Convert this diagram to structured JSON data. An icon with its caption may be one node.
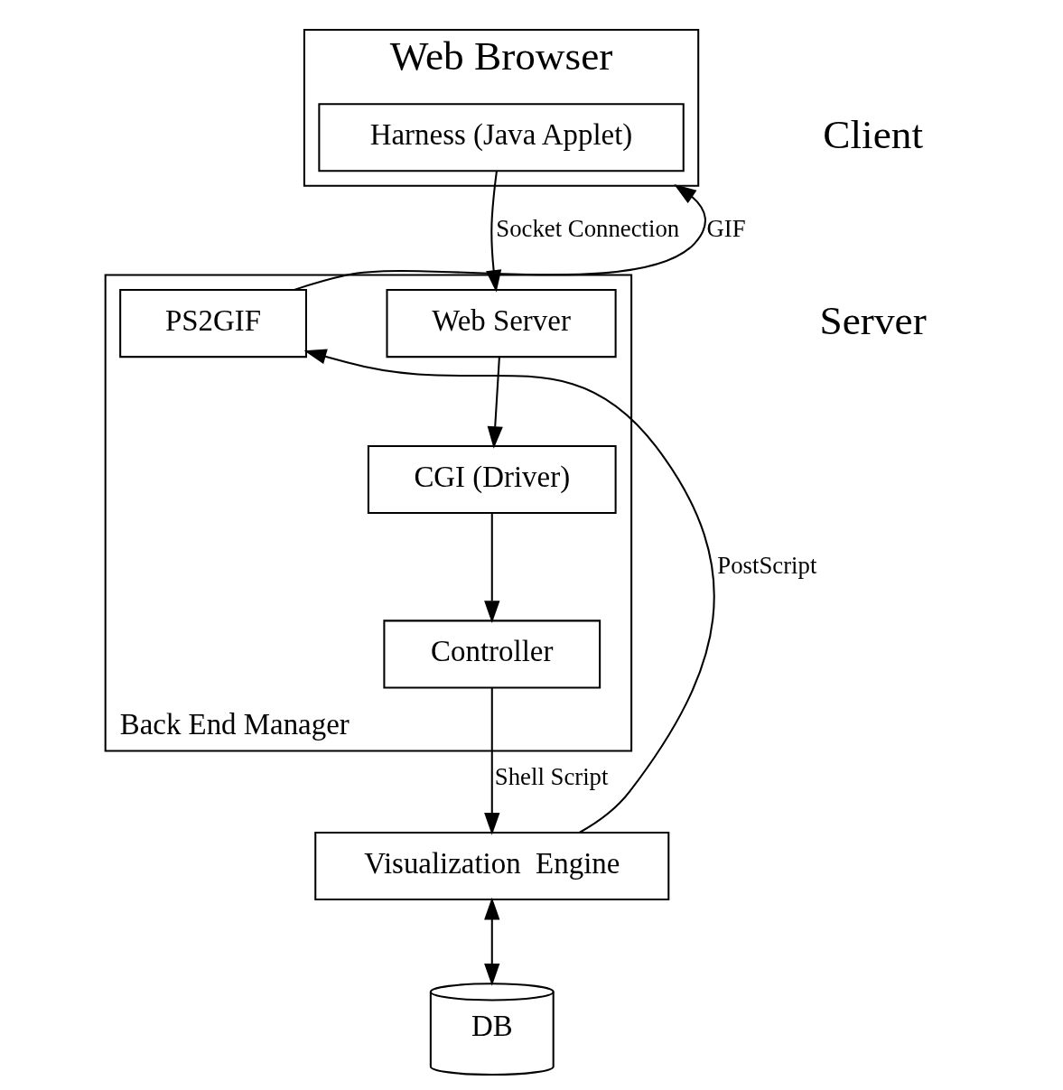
{
  "diagram": {
    "nodes": [
      {
        "text": [
          "Web Browser"
        ]
      },
      {
        "text": [
          "Harness (Java Applet)"
        ],
        "in": 0
      },
      {
        "text": [
          "Back End Manager"
        ]
      },
      {
        "text": [
          "Web Server"
        ],
        "in": 2
      },
      {
        "text": [
          "CGI (Driver)"
        ],
        "in": 2
      },
      {
        "text": [
          "Controller"
        ],
        "in": 2
      },
      {
        "text": [
          "PS2GIF"
        ],
        "in": 2
      },
      {
        "text": [
          "Visualization  Engine"
        ]
      },
      {
        "text": [
          "DB"
        ]
      }
    ],
    "edges": [
      {
        "from": 1,
        "to": 3,
        "arrow": "to",
        "label": "Socket Connection"
      },
      {
        "from": 3,
        "to": 4,
        "arrow": "to"
      },
      {
        "from": 4,
        "to": 5,
        "arrow": "to"
      },
      {
        "from": 5,
        "to": 7,
        "arrow": "to",
        "label": "Shell Script"
      },
      {
        "from": 7,
        "to": 6,
        "arrow": "to",
        "label": "PostScript"
      },
      {
        "from": 6,
        "to": 0,
        "arrow": "to",
        "label": "GIF"
      },
      {
        "from": 7,
        "to": 8,
        "arrow": "both"
      }
    ],
    "labels": [
      "Client",
      "Server"
    ]
  }
}
